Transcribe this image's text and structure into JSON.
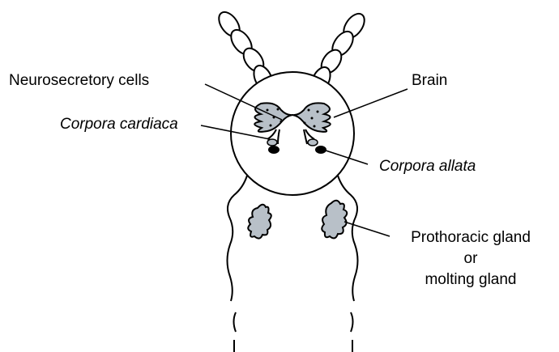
{
  "labels": {
    "neurosecretory_cells": "Neurosecretory cells",
    "brain": "Brain",
    "corpora_cardiaca": "Corpora cardiaca",
    "corpora_allata": "Corpora allata",
    "prothoracic_gland": "Prothoracic gland",
    "or": "or",
    "molting_gland": "molting gland"
  },
  "colors": {
    "outline": "#000000",
    "gland_fill": "#b8c0c8",
    "background": "#ffffff"
  }
}
